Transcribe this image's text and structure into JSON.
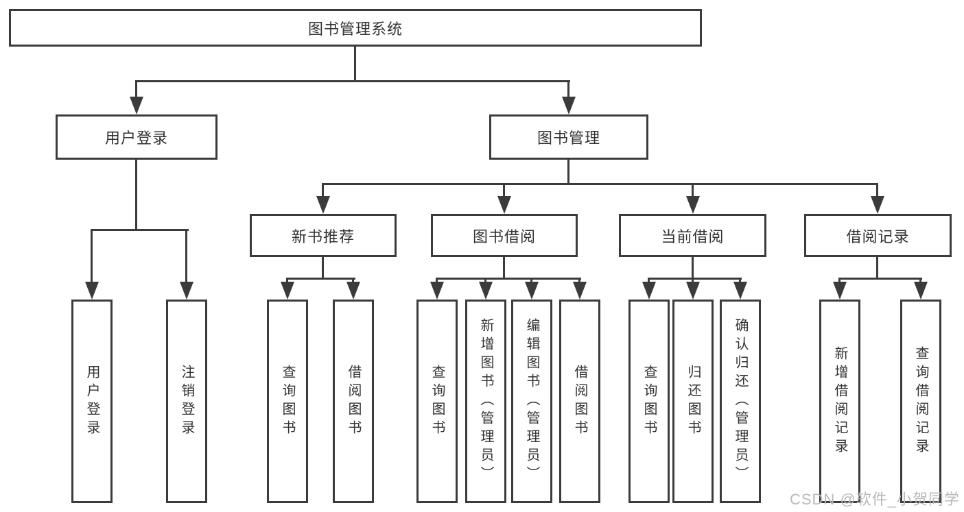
{
  "diagram": {
    "nodes": {
      "root": "图书管理系统",
      "user_login": "用户登录",
      "book_management": "图书管理",
      "new_book_recommend": "新书推荐",
      "book_borrow": "图书借阅",
      "current_borrow": "当前借阅",
      "borrow_record": "借阅记录",
      "leaf_user_login": "用户登录",
      "leaf_logout": "注销登录",
      "leaf_recommend_query": "查询图书",
      "leaf_recommend_borrow": "借阅图书",
      "leaf_borrow_query": "查询图书",
      "leaf_borrow_add": "新增图书（管理员）",
      "leaf_borrow_edit": "编辑图书（管理员）",
      "leaf_borrow_borrow": "借阅图书",
      "leaf_current_query": "查询图书",
      "leaf_current_return": "归还图书",
      "leaf_current_confirm": "确认归还（管理员）",
      "leaf_record_add": "新增借阅记录",
      "leaf_record_query": "查询借阅记录"
    },
    "hierarchy": {
      "图书管理系统": {
        "用户登录": [
          "用户登录",
          "注销登录"
        ],
        "图书管理": {
          "新书推荐": [
            "查询图书",
            "借阅图书"
          ],
          "图书借阅": [
            "查询图书",
            "新增图书（管理员）",
            "编辑图书（管理员）",
            "借阅图书"
          ],
          "当前借阅": [
            "查询图书",
            "归还图书",
            "确认归还（管理员）"
          ],
          "借阅记录": [
            "新增借阅记录",
            "查询借阅记录"
          ]
        }
      }
    },
    "colors": {
      "line": "#3b3b3b",
      "text": "#333333",
      "background": "#ffffff",
      "watermark": "#b9b9b9"
    }
  },
  "watermark": {
    "text": "CSDN @软件_小贺同学"
  }
}
